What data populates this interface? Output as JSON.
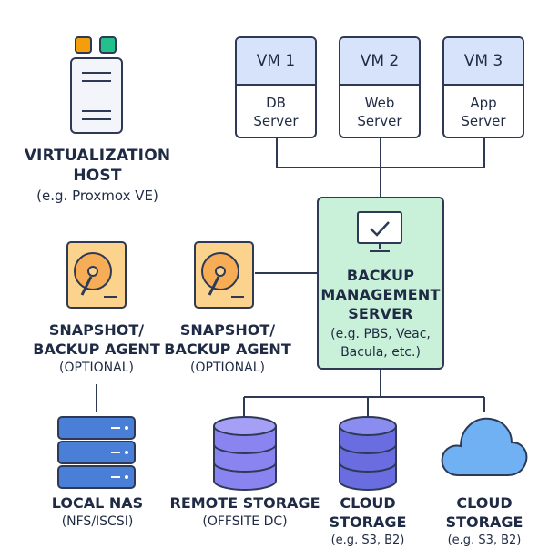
{
  "host": {
    "title": "VIRTUALIZATION HOST",
    "title_l1": "VIRTUALIZATION",
    "title_l2": "HOST",
    "subtitle": "(e.g. Proxmox VE)"
  },
  "vms": [
    {
      "name": "VM 1",
      "role_l1": "DB",
      "role_l2": "Server"
    },
    {
      "name": "VM 2",
      "role_l1": "Web",
      "role_l2": "Server"
    },
    {
      "name": "VM 3",
      "role_l1": "App",
      "role_l2": "Server"
    }
  ],
  "backup_server": {
    "l1": "BACKUP",
    "l2": "MANAGEMENT",
    "l3": "SERVER",
    "sub_l1": "(e.g. PBS, Veac,",
    "sub_l2": "Bacula, etc.)"
  },
  "agents": [
    {
      "l1": "SNAPSHOT/",
      "l2": "BACKUP AGENT",
      "l3": "(OPTIONAL)"
    },
    {
      "l1": "SNAPSHOT/",
      "l2": "BACKUP AGENT",
      "l3": "(OPTIONAL)"
    }
  ],
  "storage": [
    {
      "title_l1": "LOCAL NAS",
      "sub": "(NFS/ISCSI)"
    },
    {
      "title_l1": "REMOTE STORAGE",
      "sub": "(OFFSITE DC)"
    },
    {
      "title_l1": "CLOUD",
      "title_l2": "STORAGE",
      "sub": "(e.g. S3, B2)"
    },
    {
      "title_l1": "CLOUD",
      "title_l2": "STORAGE",
      "sub": "(e.g. S3, B2)"
    }
  ],
  "colors": {
    "line": "#2e3a55",
    "vm_header": "#d6e3fa",
    "backup_fill": "#c9f0d8",
    "agent_fill": "#fbd38d",
    "nas_fill": "#4a7fd8",
    "db_fill": "#8a84f0",
    "cloud_fill": "#6fb1f2"
  },
  "icons": [
    "host-server-icon",
    "monitor-check-icon",
    "hard-drive-icon",
    "nas-server-icon",
    "database-icon",
    "cloud-icon"
  ]
}
